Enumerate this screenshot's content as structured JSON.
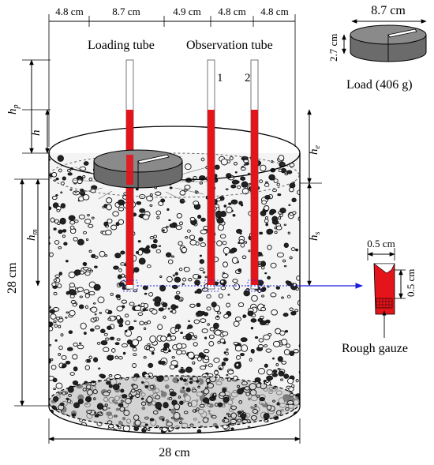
{
  "top_dimensions": [
    "4.8 cm",
    "8.7 cm",
    "4.9 cm",
    "4.8 cm",
    "4.8 cm"
  ],
  "labels": {
    "loading_tube": "Loading tube",
    "observation_tube": "Observation tube",
    "tube_1": "1",
    "tube_2": "2",
    "load_caption": "Load (406 g)",
    "rough_gauze": "Rough gauze"
  },
  "load_dimensions": {
    "width": "8.7 cm",
    "height": "2.7 cm"
  },
  "detail_dimensions": {
    "width": "0.5 cm",
    "height": "0.5 cm"
  },
  "container": {
    "height": "28 cm",
    "diameter": "28 cm"
  },
  "symbols": {
    "hp": {
      "base": "h",
      "sub": "p"
    },
    "h": {
      "base": "h",
      "sub": ""
    },
    "hm": {
      "base": "h",
      "sub": "m"
    },
    "he": {
      "base": "h",
      "sub": "e"
    },
    "hs": {
      "base": "h",
      "sub": "s"
    }
  },
  "colors": {
    "tube_water": "#e4141b",
    "load": "#6b6b6b",
    "leader_arrow": "#1a1adc",
    "stroke": "#000000"
  }
}
